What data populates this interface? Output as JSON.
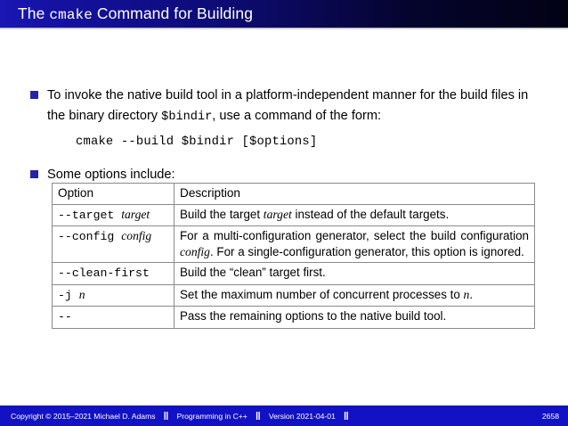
{
  "header": {
    "title_part1": "The ",
    "title_mono": "cmake",
    "title_part2": " Command for Building"
  },
  "slide": {
    "bullets": [
      {
        "seg1": "To invoke the native build tool in a platform-independent manner for the build files in the binary directory ",
        "seg_mono": "$bindir",
        "seg2": ", use a command of the form:"
      },
      {
        "seg1": "Some options include:"
      }
    ],
    "code": "cmake --build $bindir [$options]"
  },
  "table": {
    "headers": [
      "Option",
      "Description"
    ],
    "rows": [
      {
        "opt_mono": "--target ",
        "opt_ital": "target",
        "desc_pre": "Build the target ",
        "desc_ital": "target",
        "desc_post": " instead of the default targets.",
        "justify": false
      },
      {
        "opt_mono": "--config ",
        "opt_ital": "config",
        "desc_pre": "For a multi-configuration generator, select the build configuration ",
        "desc_ital": "config",
        "desc_post": ".  For a single-configuration generator, this option is ignored.",
        "justify": true
      },
      {
        "opt_mono": "--clean-first",
        "opt_ital": "",
        "desc_pre": "Build the “clean” target first.",
        "desc_ital": "",
        "desc_post": "",
        "justify": false
      },
      {
        "opt_mono": "-j ",
        "opt_ital": "n",
        "desc_pre": "Set the maximum number of concurrent processes to ",
        "desc_ital": "n",
        "desc_post": ".",
        "justify": false
      },
      {
        "opt_mono": "--",
        "opt_ital": "",
        "desc_pre": "Pass the remaining options to the native build tool.",
        "desc_ital": "",
        "desc_post": "",
        "justify": false
      }
    ]
  },
  "footer": {
    "copyright": "Copyright © 2015–2021 Michael D. Adams",
    "separator": "‖",
    "course": "Programming in C++",
    "version": "Version 2021-04-01",
    "page": "2658"
  },
  "colors": {
    "header_left": "#1a17b4",
    "header_right": "#020214",
    "footer_bg": "#1212c4",
    "bullet": "#2424a8",
    "table_border": "#8a8a8a"
  }
}
